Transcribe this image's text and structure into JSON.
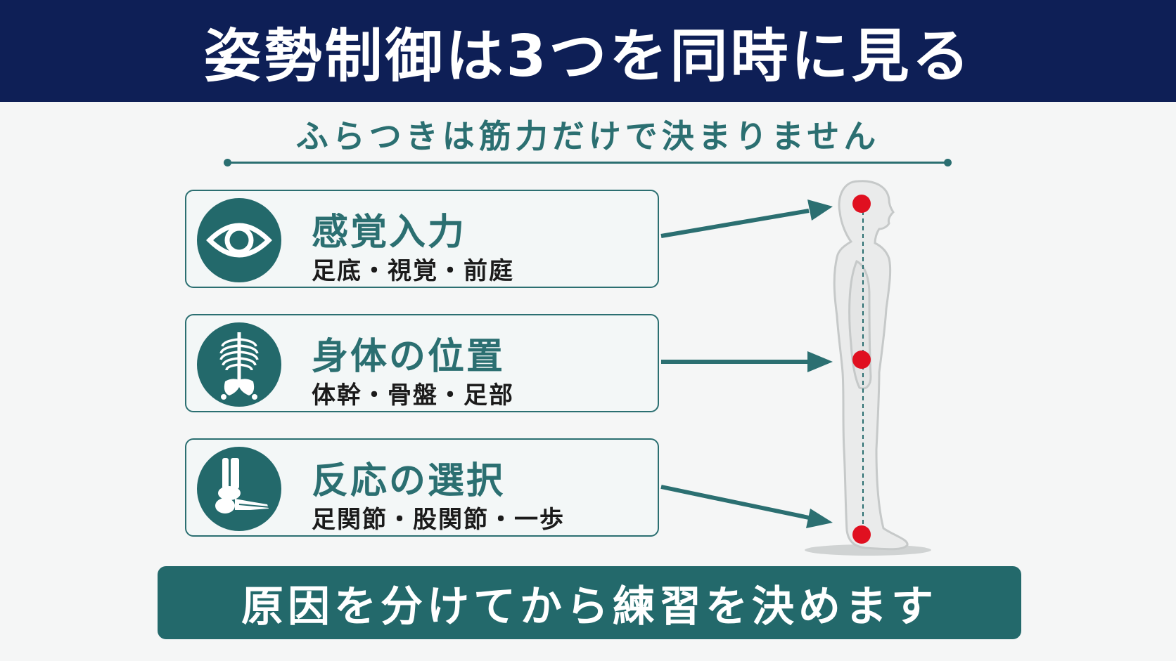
{
  "header": {
    "title": "姿勢制御は3つを同時に見る"
  },
  "subtitle": "ふらつきは筋力だけで決まりません",
  "cards": [
    {
      "title": "感覚入力",
      "subtitle": "足底・視覚・前庭",
      "icon": "eye-icon"
    },
    {
      "title": "身体の位置",
      "subtitle": "体幹・骨盤・足部",
      "icon": "skeleton-icon"
    },
    {
      "title": "反応の選択",
      "subtitle": "足関節・股関節・一歩",
      "icon": "foot-bone-icon"
    }
  ],
  "footer": {
    "text": "原因を分けてから練習を決めます"
  },
  "colors": {
    "header_bg": "#0e1f56",
    "accent_teal": "#2b6f71",
    "marker_red": "#e01020"
  }
}
